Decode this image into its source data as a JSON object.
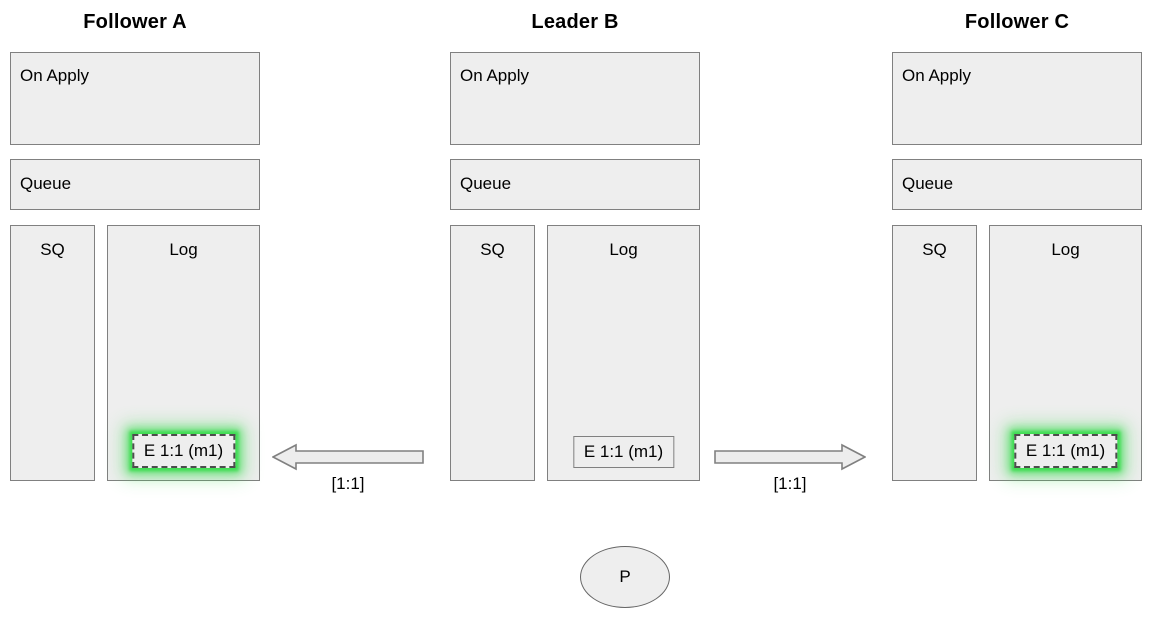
{
  "diagram": {
    "background": "#ffffff",
    "box_fill": "#eeeeee",
    "box_stroke": "#808080",
    "glow_color": "#3cdc50",
    "columns": [
      {
        "id": "follower-a",
        "title": "Follower A",
        "on_apply_label": "On Apply",
        "queue_label": "Queue",
        "sq_label": "SQ",
        "log_label": "Log",
        "log_entries": [
          {
            "text": "E 1:1 (m1)",
            "style": "glow"
          }
        ]
      },
      {
        "id": "leader-b",
        "title": "Leader B",
        "on_apply_label": "On Apply",
        "queue_label": "Queue",
        "sq_label": "SQ",
        "log_label": "Log",
        "log_entries": [
          {
            "text": "E 1:1 (m1)",
            "style": "solid"
          }
        ]
      },
      {
        "id": "follower-c",
        "title": "Follower C",
        "on_apply_label": "On Apply",
        "queue_label": "Queue",
        "sq_label": "SQ",
        "log_label": "Log",
        "log_entries": [
          {
            "text": "E 1:1 (m1)",
            "style": "glow"
          }
        ]
      }
    ],
    "arrows": [
      {
        "id": "arrow-left",
        "direction": "left",
        "label": "[1:1]"
      },
      {
        "id": "arrow-right",
        "direction": "right",
        "label": "[1:1]"
      }
    ],
    "proposer": {
      "label": "P"
    }
  }
}
